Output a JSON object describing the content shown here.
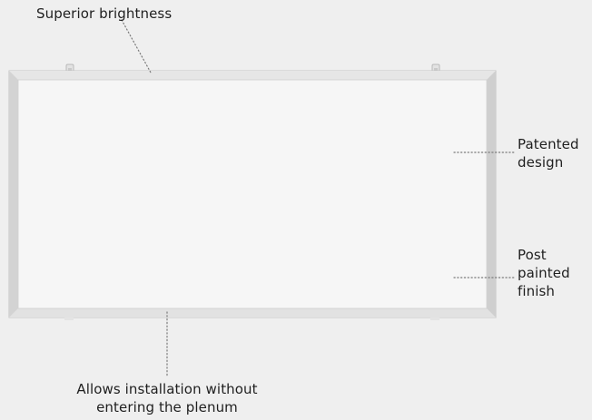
{
  "callouts": {
    "brightness": "Superior brightness",
    "patented": [
      "Patented",
      "design"
    ],
    "post_painted": [
      "Post",
      "painted",
      "finish"
    ],
    "installation": [
      "Allows installation without",
      "entering the plenum"
    ]
  },
  "colors": {
    "background": "#efefef",
    "frame": "#dcdcdc",
    "frame_edge": "#c4c4c4",
    "panel_face": "#f6f6f6",
    "leader_line": "#7a7a7a",
    "text": "#1f1f1f"
  }
}
